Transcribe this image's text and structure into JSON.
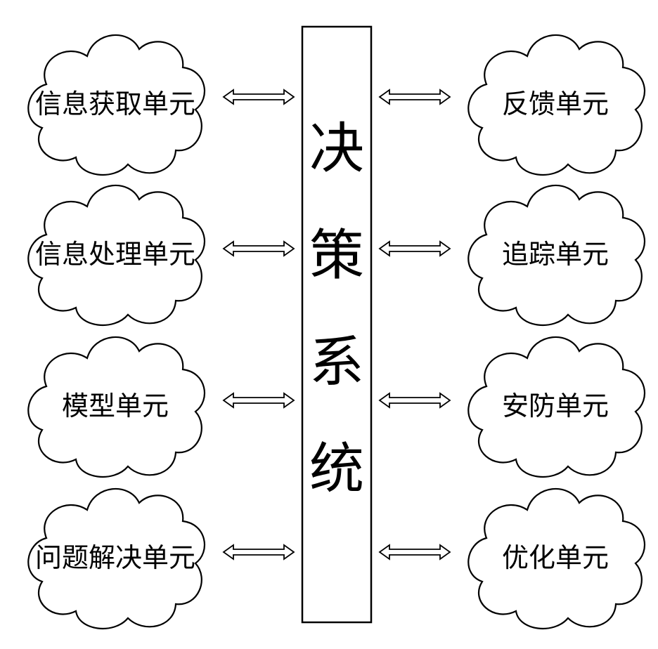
{
  "center_system": {
    "label": "决策系统",
    "chars": [
      "决",
      "策",
      "系",
      "统"
    ]
  },
  "left_units": [
    {
      "label": "信息获取单元"
    },
    {
      "label": "信息处理单元"
    },
    {
      "label": "模型单元"
    },
    {
      "label": "问题解决单元"
    }
  ],
  "right_units": [
    {
      "label": "反馈单元"
    },
    {
      "label": "追踪单元"
    },
    {
      "label": "安防单元"
    },
    {
      "label": "优化单元"
    }
  ],
  "connections": "bidirectional"
}
